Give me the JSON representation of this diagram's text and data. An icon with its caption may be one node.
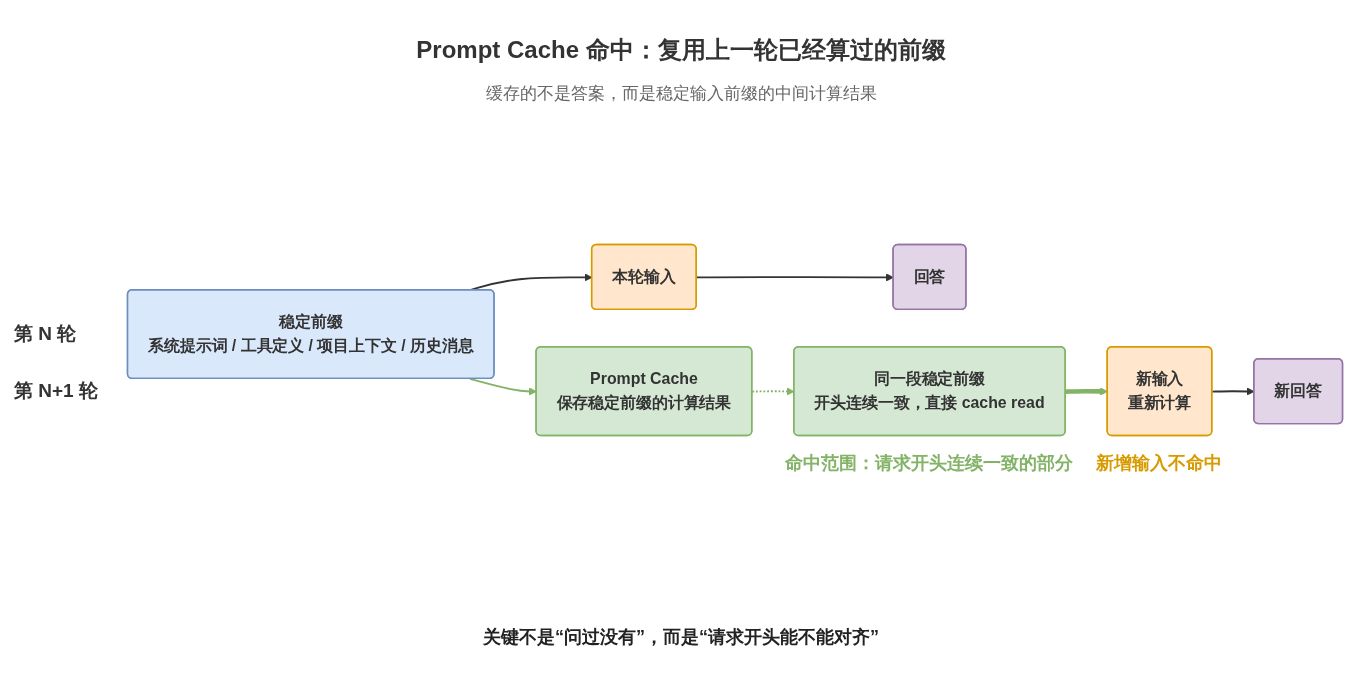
{
  "diagram": {
    "title": "Prompt Cache 命中：复用上一轮已经算过的前缀",
    "nodes": [
      {
        "text": [
          "稳定前缀",
          "系统提示词 / 工具定义 / 项目上下文 / 历史消息"
        ]
      },
      {
        "text": [
          "本轮输入"
        ]
      },
      {
        "text": [
          "回答"
        ]
      },
      {
        "text": [
          "Prompt Cache",
          "保存稳定前缀的计算结果"
        ]
      },
      {
        "text": [
          "同一段稳定前缀",
          "开头连续一致，直接 cache read"
        ]
      },
      {
        "text": [
          "新输入",
          "重新计算"
        ]
      },
      {
        "text": [
          "新回答"
        ]
      }
    ],
    "edges": [
      {
        "from": 0,
        "to": 1,
        "arrow": "to"
      },
      {
        "from": 1,
        "to": 2,
        "arrow": "to"
      },
      {
        "from": 0,
        "to": 3,
        "arrow": "to",
        "color": "#82b366"
      },
      {
        "from": 3,
        "to": 4,
        "arrow": "to",
        "style": "dashed",
        "color": "#82b366"
      },
      {
        "from": 4,
        "to": 5,
        "arrow": "to",
        "style": "thick",
        "color": "#82b366"
      },
      {
        "from": 5,
        "to": 6,
        "arrow": "to"
      }
    ],
    "labels": [
      "缓存的不是答案，而是稳定输入前缀的中间计算结果",
      "第 N 轮",
      "第 N+1 轮",
      "命中范围：请求开头连续一致的部分",
      "新增输入不命中",
      "关键不是“问过没有”，而是“请求开头能不能对齐”"
    ]
  }
}
